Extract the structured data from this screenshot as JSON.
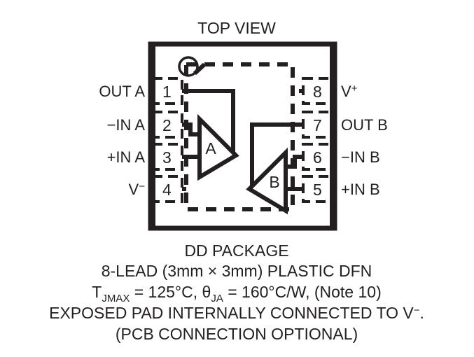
{
  "title": "TOP VIEW",
  "package": {
    "pin_one_marker": "pin-1-dot",
    "amplifiers": [
      {
        "label": "A",
        "orientation": "right"
      },
      {
        "label": "B",
        "orientation": "left"
      }
    ],
    "left_pins": [
      {
        "number": "1",
        "label": "OUT A",
        "sup": ""
      },
      {
        "number": "2",
        "label": "−IN A",
        "sup": ""
      },
      {
        "number": "3",
        "label": "+IN A",
        "sup": ""
      },
      {
        "number": "4",
        "label": "V",
        "sup": "−"
      }
    ],
    "right_pins": [
      {
        "number": "8",
        "label": "V",
        "sup": "+"
      },
      {
        "number": "7",
        "label": "OUT B",
        "sup": ""
      },
      {
        "number": "6",
        "label": "−IN B",
        "sup": ""
      },
      {
        "number": "5",
        "label": "+IN B",
        "sup": ""
      }
    ]
  },
  "caption": {
    "line1": "DD PACKAGE",
    "line2": "8-LEAD (3mm × 3mm) PLASTIC DFN",
    "line3": {
      "t_symbol": "T",
      "t_sub": "JMAX",
      "t_value": " = 125°C, ",
      "theta_symbol": "θ",
      "theta_sub": "JA",
      "theta_value": " = 160°C/W, (Note 10)"
    },
    "line4_a": "EXPOSED PAD INTERNALLY CONNECTED TO V",
    "line4_sup": "−",
    "line4_b": ".",
    "line5": "(PCB CONNECTION OPTIONAL)"
  },
  "colors": {
    "ink": "#231f20",
    "background": "#ffffff"
  }
}
